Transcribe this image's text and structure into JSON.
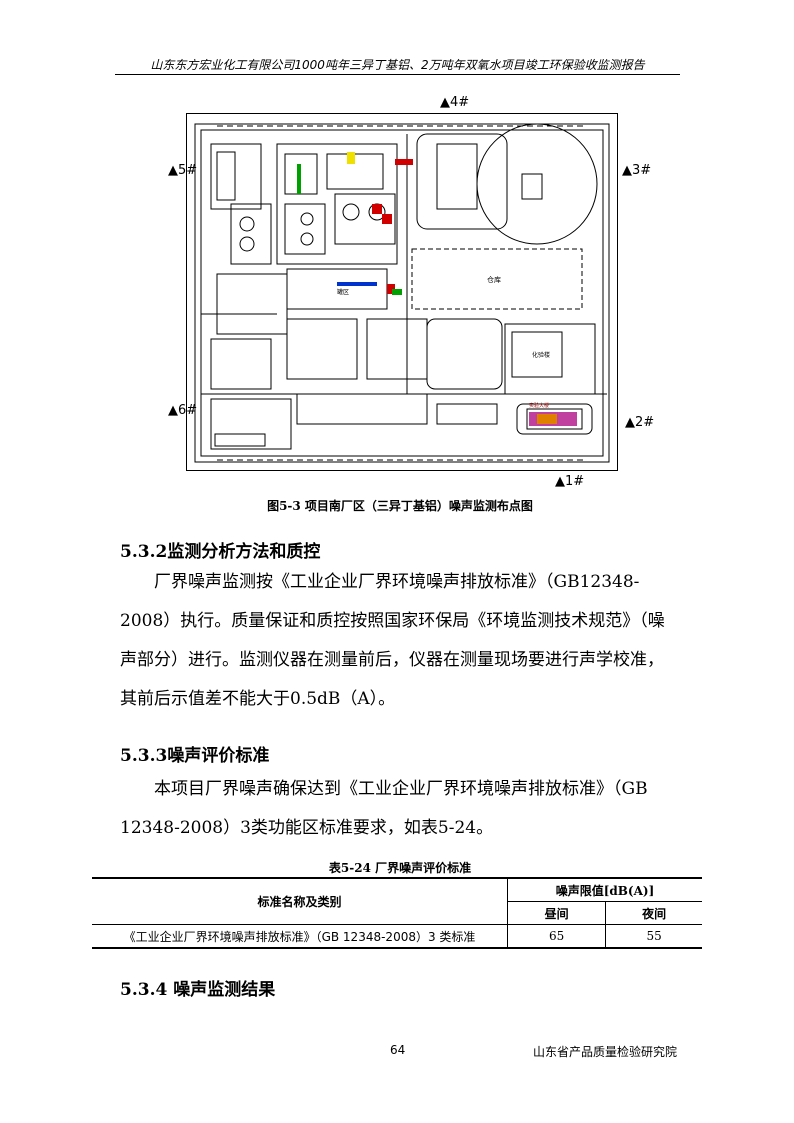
{
  "header": {
    "text": "山东东方宏业化工有限公司1000吨年三异丁基铝、2万吨年双氧水项目竣工环保验收监测报告"
  },
  "figure": {
    "markers": [
      "▲4#",
      "▲5#",
      "▲3#",
      "▲6#",
      "▲2#",
      "▲1#"
    ],
    "labels": {
      "warehouse": "仓库",
      "lab": "化验楼",
      "tank_area": "罐区",
      "greenhouse": "实验大楼"
    }
  },
  "caption": "图5-3 项目南厂区（三异丁基铝）噪声监测布点图",
  "sections": {
    "s532_title": "5.3.2监测分析方法和质控",
    "s532_text": "厂界噪声监测按《工业企业厂界环境噪声排放标准》（GB12348-2008）执行。质量保证和质控按照国家环保局《环境监测技术规范》（噪声部分）进行。监测仪器在测量前后，仪器在测量现场要进行声学校准，其前后示值差不能大于0.5dB（A）。",
    "s533_title": "5.3.3噪声评价标准",
    "s533_text": "本项目厂界噪声确保达到《工业企业厂界环境噪声排放标准》（GB 12348-2008）3类功能区标准要求，如表5-24。",
    "s534_title": "5.3.4  噪声监测结果"
  },
  "table": {
    "caption": "表5-24  厂界噪声评价标准",
    "col_name": "标准名称及类别",
    "col_limit": "噪声限值[dB(A)]",
    "col_day": "昼间",
    "col_night": "夜间",
    "rows": [
      {
        "name": "《工业企业厂界环境噪声排放标准》（GB 12348-2008）3 类标准",
        "day": "65",
        "night": "55"
      }
    ]
  },
  "footer": {
    "page": "64",
    "org": "山东省产品质量检验研究院"
  }
}
